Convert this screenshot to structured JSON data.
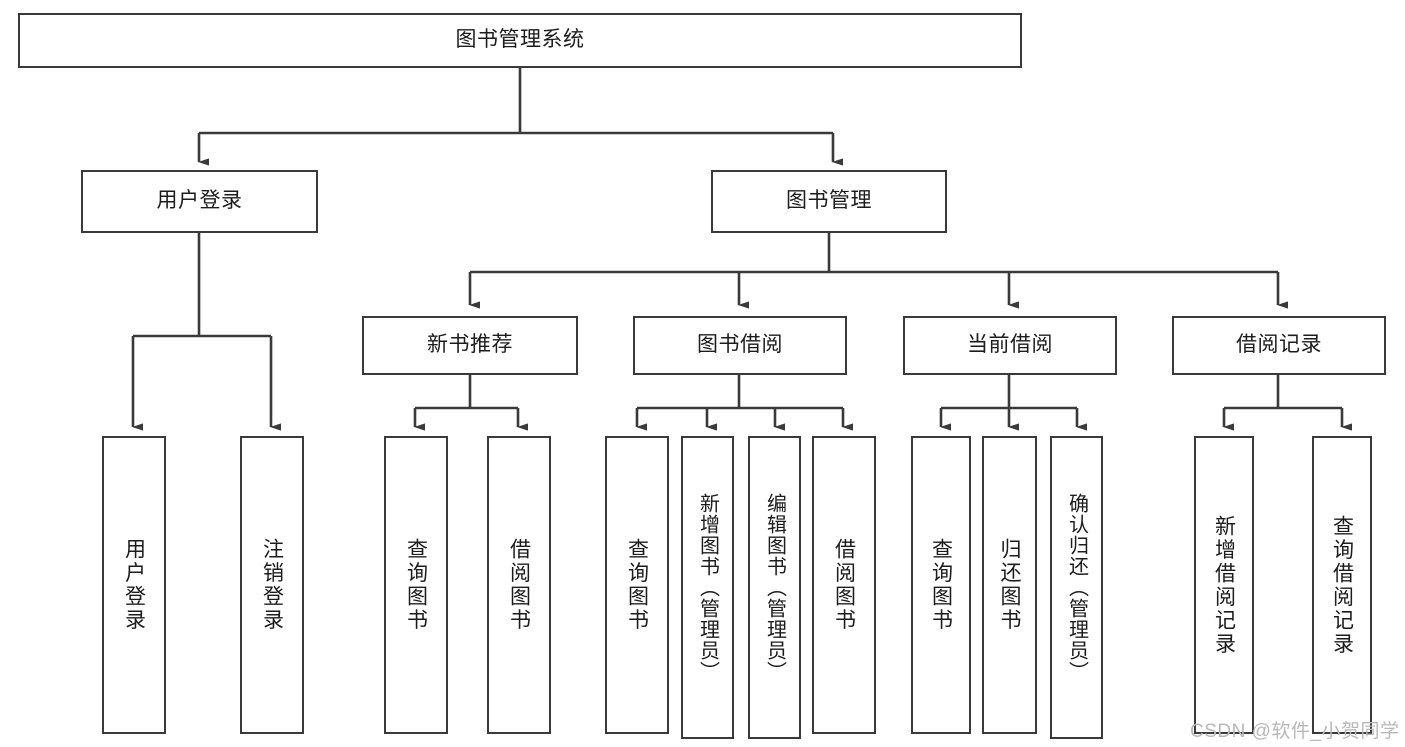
{
  "diagram": {
    "type": "tree-hierarchy-chart",
    "title": "图书管理系统",
    "orientation": "top-down",
    "line_color": "#3a3a3a",
    "box_fill": "#ffffff",
    "text_color": "#1c1c1c",
    "watermark": "CSDN @软件_小贺同学",
    "watermark_color": "#b8b8b8",
    "levels": [
      {
        "level": 1,
        "nodes": [
          {
            "id": "root",
            "label": "图书管理系统",
            "orientation": "horizontal"
          }
        ]
      },
      {
        "level": 2,
        "nodes": [
          {
            "id": "user-login",
            "label": "用户登录",
            "orientation": "horizontal",
            "parent": "root"
          },
          {
            "id": "book-manage",
            "label": "图书管理",
            "orientation": "horizontal",
            "parent": "root"
          }
        ]
      },
      {
        "level": 3,
        "nodes": [
          {
            "id": "new-book-rec",
            "label": "新书推荐",
            "orientation": "horizontal",
            "parent": "book-manage"
          },
          {
            "id": "book-borrow",
            "label": "图书借阅",
            "orientation": "horizontal",
            "parent": "book-manage"
          },
          {
            "id": "current-borrow",
            "label": "当前借阅",
            "orientation": "horizontal",
            "parent": "book-manage"
          },
          {
            "id": "borrow-record",
            "label": "借阅记录",
            "orientation": "horizontal",
            "parent": "book-manage"
          }
        ]
      },
      {
        "level": 4,
        "nodes": [
          {
            "id": "leaf-user-login",
            "label": "用户登录",
            "orientation": "vertical",
            "parent": "user-login"
          },
          {
            "id": "leaf-logout",
            "label": "注销登录",
            "orientation": "vertical",
            "parent": "user-login"
          },
          {
            "id": "leaf-query-book-1",
            "label": "查询图书",
            "orientation": "vertical",
            "parent": "new-book-rec"
          },
          {
            "id": "leaf-borrow-book-1",
            "label": "借阅图书",
            "orientation": "vertical",
            "parent": "new-book-rec"
          },
          {
            "id": "leaf-query-book-2",
            "label": "查询图书",
            "orientation": "vertical",
            "parent": "book-borrow"
          },
          {
            "id": "leaf-add-book",
            "label": "新增图书（管理员）",
            "orientation": "vertical",
            "parent": "book-borrow"
          },
          {
            "id": "leaf-edit-book",
            "label": "编辑图书（管理员）",
            "orientation": "vertical",
            "parent": "book-borrow"
          },
          {
            "id": "leaf-borrow-book-2",
            "label": "借阅图书",
            "orientation": "vertical",
            "parent": "book-borrow"
          },
          {
            "id": "leaf-query-book-3",
            "label": "查询图书",
            "orientation": "vertical",
            "parent": "current-borrow"
          },
          {
            "id": "leaf-return-book",
            "label": "归还图书",
            "orientation": "vertical",
            "parent": "current-borrow"
          },
          {
            "id": "leaf-confirm-return",
            "label": "确认归还（管理员）",
            "orientation": "vertical",
            "parent": "current-borrow"
          },
          {
            "id": "leaf-add-record",
            "label": "新增借阅记录",
            "orientation": "vertical",
            "parent": "borrow-record"
          },
          {
            "id": "leaf-query-record",
            "label": "查询借阅记录",
            "orientation": "vertical",
            "parent": "borrow-record"
          }
        ]
      }
    ]
  }
}
